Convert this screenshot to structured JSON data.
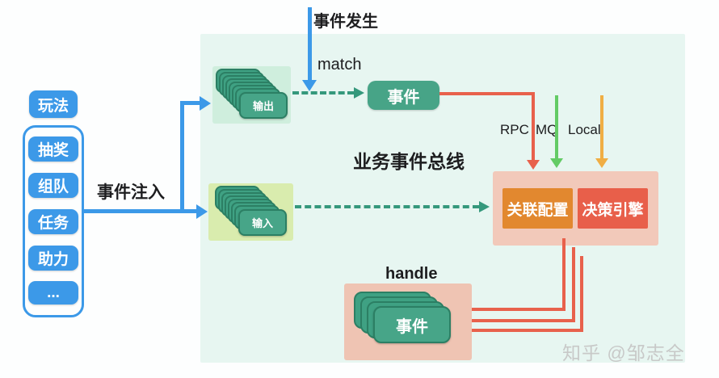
{
  "left_panel": {
    "header": "玩法",
    "items": [
      "抽奖",
      "组队",
      "任务",
      "助力",
      "..."
    ]
  },
  "labels": {
    "event_inject": "事件注入",
    "event_occur": "事件发生",
    "match": "match",
    "handle": "handle",
    "rpc": "RPC",
    "mq": "MQ",
    "local": "Local",
    "bus_title": "业务事件总线"
  },
  "nodes": {
    "output_stack_label": "输出",
    "input_stack_label": "输入",
    "event_node_label": "事件",
    "handle_stack_label": "事件",
    "relation_config_label": "关联配置",
    "decision_engine_label": "决策引擎"
  },
  "watermark": "知乎 @邹志全",
  "colors": {
    "blue": "#3c99e8",
    "teal_arrow": "#35987c",
    "teal_card": "#3fa183",
    "mint_bg": "#cfeedd",
    "yellowgreen_bg": "#d9ecae",
    "pink_bg": "#f2c9ba",
    "salmon_bg": "#efc4b3",
    "orange_node": "#e2882f",
    "red_node": "#e85f4a",
    "red_arrow": "#e8614c",
    "green_arrow": "#63cb65",
    "yellow_arrow": "#f0ae44",
    "panel_bg": "#e7f6f1"
  }
}
